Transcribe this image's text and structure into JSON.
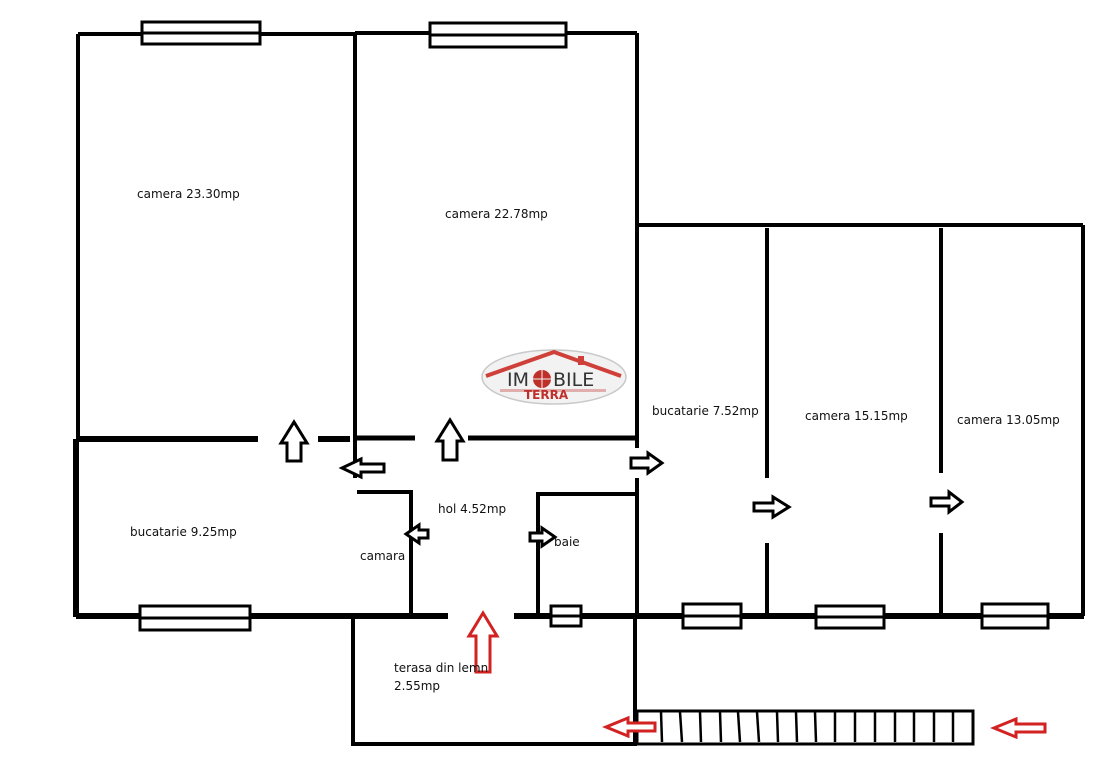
{
  "rooms": {
    "camera_left": "camera 23.30mp",
    "camera_mid": "camera 22.78mp",
    "bucatarie_left": "bucatarie 9.25mp",
    "hol": "hol 4.52mp",
    "camara": "camara",
    "baie": "baie",
    "bucatarie_right": "bucatarie 7.52mp",
    "camera_15": "camera 15.15mp",
    "camera_13": "camera 13.05mp",
    "terasa_line1": "terasa din lemn",
    "terasa_line2": "2.55mp"
  },
  "logo": {
    "word_left": "IM",
    "word_right": "BILE",
    "word_bottom": "TERRA",
    "colors": {
      "roof": "#d0403a",
      "text": "#333333",
      "accent": "#c0302a",
      "terra": "#c0302a"
    }
  },
  "colors": {
    "wall": "#000000",
    "entry_arrow": "#d22222",
    "door_arrow": "#000000"
  }
}
